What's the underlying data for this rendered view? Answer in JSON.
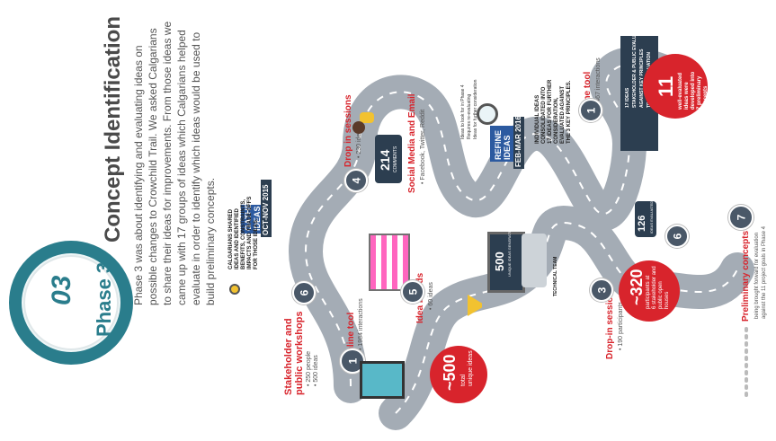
{
  "phase": {
    "number": "03",
    "label": "Phase 3"
  },
  "title": "Concept Identification",
  "intro": [
    "Phase 3 was about identifying and evaluating ideas on",
    "possible changes to Crowchild Trail. We asked Calgarians",
    "to share their ideas for improvements. From those ideas we",
    "came up with 17 groups of ideas which Calgarians helped",
    "evaluate in order to identify which ideas would be used to",
    "build preliminary concepts."
  ],
  "gather": {
    "label_line1": "GATHER",
    "label_line2": "IDEAS",
    "date": "OCT-NOV 2015",
    "note": [
      "CALGARIANS SHARED",
      "IDEAS AND IDENTIFIED",
      "BENEFITS, CONSTRAINTS,",
      "IMPACTS AND TRADE-OFFS",
      "FOR THOSE IDEAS."
    ]
  },
  "refine": {
    "label_line1": "REFINE",
    "label_line2": "IDEAS",
    "date": "FEB-MAR 2016",
    "note": [
      "INDIVIDUAL IDEAS",
      "CONSOLIDATED INTO",
      "17 IDEAS FOR FURTHER",
      "CONSIDERATION,",
      "EVALUATED AGAINST",
      "THE 3 KEY PRINCIPLES."
    ],
    "checklist": [
      "Ideas to look for in Phase 4",
      "Requires re-evaluating",
      "Ideas for further consideration"
    ]
  },
  "stakeholder": {
    "title_line1": "Stakeholder and",
    "title_line2": "public workshops",
    "stats": [
      "• 250 people",
      "• 500 ideas"
    ],
    "number": "6"
  },
  "online1": {
    "title": "Online tool",
    "stat": "• 1984 interactions",
    "number": "1"
  },
  "idea_boards": {
    "title": "Idea boards",
    "stat": "• 60 ideas",
    "number": "5"
  },
  "drop_in1": {
    "title": "Drop in sessions",
    "stat": "• 230 ideas",
    "number": "4"
  },
  "social": {
    "title": "Social Media and Email",
    "stat": "• Facebook, Twitter, Reddit",
    "count": "214",
    "count_label": "COMMENTS"
  },
  "total_ideas": {
    "value": "~500",
    "label_line1": "total",
    "label_line2": "unique ideas"
  },
  "laptop": {
    "value": "500",
    "label": "UNIQUE IDEAS GENERATED"
  },
  "tech_team": "TECHNICAL TEAM",
  "drop_in2": {
    "title": "Drop-in sessions",
    "stat": "• 190 participants",
    "number": "3"
  },
  "participants": {
    "value": "~320",
    "label": [
      "participants at",
      "6 stakeholder and",
      "public open",
      "houses"
    ]
  },
  "online2": {
    "title": "Online tool",
    "stat": "• 5467 interactions",
    "number": "1"
  },
  "phone": {
    "value": "126",
    "label": "IDEAS EVALUATED"
  },
  "six_badge": "6",
  "eval_box": [
    "17 IDEAS",
    "STAKEHOLDER & PUBLIC EVALUATION",
    "AGAINST KEY PRINCIPLES",
    "TECHNICAL EVALUATION"
  ],
  "eleven": {
    "value": "11",
    "label": [
      "well-evaluated",
      "ideas were",
      "developed into",
      "7 preliminary",
      "concepts"
    ]
  },
  "preliminary": {
    "title": "Preliminary concepts",
    "sub_line1": "being brought forward for evaluation",
    "sub_line2": "against the 11 project goals in Phase 4",
    "number": "7"
  },
  "colors": {
    "red": "#d8242c",
    "teal": "#2a7d8c",
    "road": "#9aa3ad",
    "navy": "#2c3e50"
  }
}
